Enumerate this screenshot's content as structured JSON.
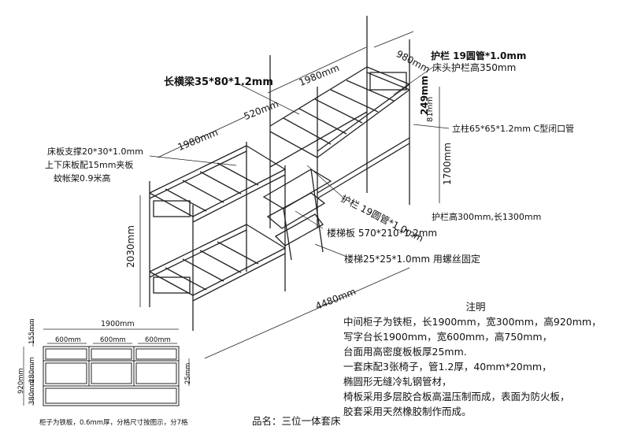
{
  "labels": {
    "guard_rail_top": "护栏 19圆管*1.0mm",
    "head_rail_height": "床头护栏高350mm",
    "long_beam": "长横梁35*80*1.2mm",
    "column": "立柱65*65*1.2mm C型闭口管",
    "support_line1": "床板支撑20*30*1.0mm",
    "support_line2": "上下床板配15mm夹板",
    "support_line3": "蚊帐架0.9米高",
    "guard_rail_mid": "护栏 19圆管*1.0mm",
    "rail_size": "护栏高300mm,长1300mm",
    "stair_board": "楼梯板 570*210*1.2mm",
    "ladder": "楼梯25*25*1.0mm 用螺丝固定"
  },
  "dimensions": {
    "top_width": "980mm",
    "top_length": "1980mm",
    "gap": "520mm",
    "left_length": "1980mm",
    "total_length": "4480mm",
    "rail_h": "249mm",
    "post_top": "81mm",
    "right_height": "1700mm",
    "left_height": "2030mm"
  },
  "cabinet": {
    "width": "1900mm",
    "col1": "600mm",
    "col2": "600mm",
    "col3": "600mm",
    "h_top": "155mm",
    "h_total": "920mm",
    "h_mid": "280mm",
    "h_bot": "380mm",
    "h_right": "25mm",
    "caption": "柜子为铁板，0.6mm厚，分格尺寸按图示，分7格"
  },
  "notes": {
    "title": "注明",
    "lines": [
      "中间柜子为铁柜，长1900mm，宽300mm，高920mm，",
      "写字台长1900mm，宽600mm，高750mm，",
      "台面用高密度板板厚25mm.",
      "一套床配3张椅子，管1.2厚，40mm*20mm，",
      "椭圆形无缝冷轧钢管材，",
      "椅板采用多层胶合板高温压制而成，表面为防火板，",
      "胶套采用天然橡胶制作而成。"
    ]
  },
  "product_name": "品名：三位一体套床"
}
